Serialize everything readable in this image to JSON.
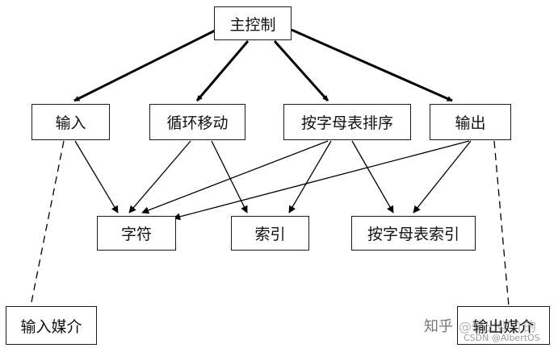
{
  "diagram": {
    "nodes": {
      "main": "主控制",
      "input": "输入",
      "shift": "循环移动",
      "sort": "按字母表排序",
      "output": "输出",
      "chars": "字符",
      "index": "索引",
      "alpha_index": "按字母表索引",
      "input_media": "输入媒介",
      "output_media": "输出媒介"
    },
    "edges": {
      "control": [
        {
          "from": "main",
          "to": "input"
        },
        {
          "from": "main",
          "to": "shift"
        },
        {
          "from": "main",
          "to": "sort"
        },
        {
          "from": "main",
          "to": "output"
        }
      ],
      "access": [
        {
          "from": "input",
          "to": "chars"
        },
        {
          "from": "shift",
          "to": "chars"
        },
        {
          "from": "shift",
          "to": "index"
        },
        {
          "from": "sort",
          "to": "chars"
        },
        {
          "from": "sort",
          "to": "index"
        },
        {
          "from": "sort",
          "to": "alpha_index"
        },
        {
          "from": "output",
          "to": "chars"
        },
        {
          "from": "output",
          "to": "alpha_index"
        }
      ],
      "io": [
        {
          "from": "input",
          "to": "input_media"
        },
        {
          "from": "output",
          "to": "output_media"
        }
      ]
    }
  },
  "watermark": {
    "zhihu": "知乎",
    "author": "@输出媒介的",
    "csdn": "CSDN @AlbertOS"
  }
}
